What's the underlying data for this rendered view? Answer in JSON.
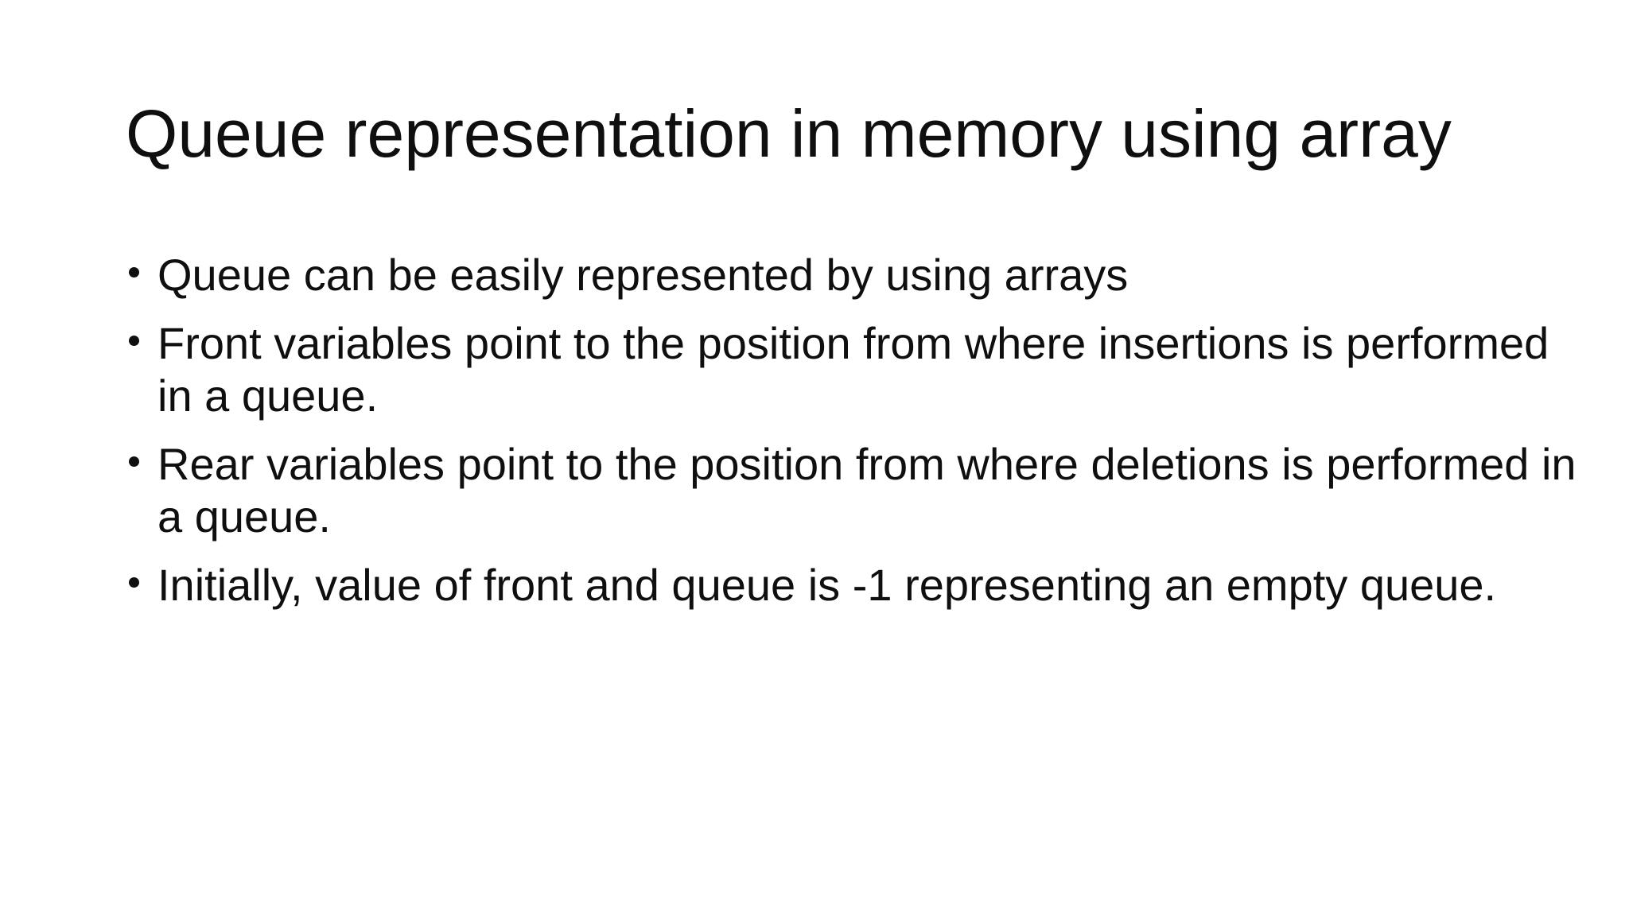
{
  "slide": {
    "title": "Queue representation in memory using array",
    "bullets": [
      "Queue can be easily represented by using arrays",
      "Front variables point to the position from where insertions is performed in a queue.",
      "Rear variables point to the position from where deletions is performed in a queue.",
      "Initially, value of front and queue is -1 representing an empty queue."
    ],
    "colors": {
      "background": "#ffffff",
      "text": "#0f0f0f"
    }
  }
}
